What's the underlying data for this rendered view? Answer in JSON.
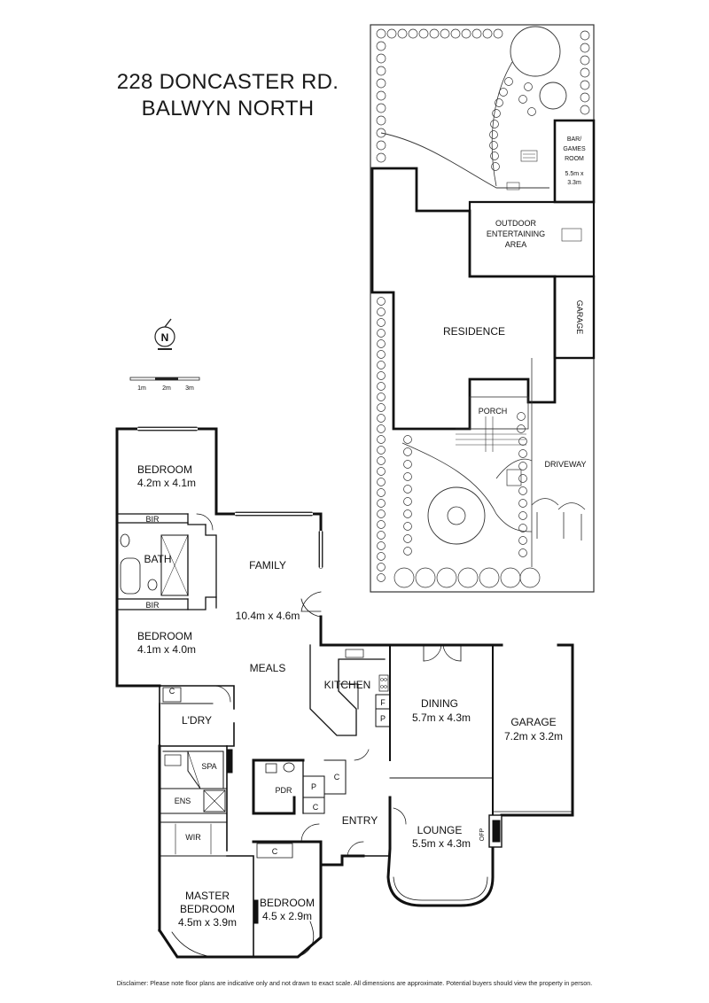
{
  "title": {
    "line1": "228 DONCASTER RD.",
    "line2": "BALWYN NORTH"
  },
  "compass": {
    "letter": "N"
  },
  "scale": {
    "ticks": [
      "1m",
      "2m",
      "3m"
    ]
  },
  "site_plan": {
    "bar_games_room": [
      "BAR/",
      "GAMES",
      "ROOM",
      "5.5m x",
      "3.3m"
    ],
    "outdoor_entertaining": [
      "OUTDOOR",
      "ENTERTAINING",
      "AREA"
    ],
    "residence": "RESIDENCE",
    "garage": "GARAGE",
    "porch": "PORCH",
    "driveway": "DRIVEWAY"
  },
  "rooms": {
    "bedroom1": {
      "name": "BEDROOM",
      "size": "4.2m x 4.1m"
    },
    "bir_top": "BIR",
    "bath": "BATH",
    "bir_bottom": "BIR",
    "bedroom2": {
      "name": "BEDROOM",
      "size": "4.1m x 4.0m"
    },
    "family": {
      "name": "FAMILY",
      "size": "10.4m x 4.6m"
    },
    "meals": "MEALS",
    "kitchen": "KITCHEN",
    "pantry_f": "F",
    "pantry_p": "P",
    "dining": {
      "name": "DINING",
      "size": "5.7m x 4.3m"
    },
    "garage": {
      "name": "GARAGE",
      "size": "7.2m x 3.2m"
    },
    "laundry_c": "C",
    "laundry": "L'DRY",
    "spa": "SPA",
    "ens": "ENS",
    "wir": "WIR",
    "pdr": "PDR",
    "pdr_p": "P",
    "pdr_c1": "C",
    "pdr_c2": "C",
    "entry": "ENTRY",
    "lounge": {
      "name": "LOUNGE",
      "size": "5.5m x 4.3m"
    },
    "ofp": "OFP",
    "bedroom3_c": "C",
    "master": {
      "name1": "MASTER",
      "name2": "BEDROOM",
      "size": "4.5m x 3.9m"
    },
    "bedroom3": {
      "name": "BEDROOM",
      "size": "4.5 x 2.9m"
    }
  },
  "disclaimer": "Disclaimer: Please note floor plans are indicative only and not drawn to exact scale. All dimensions are approximate. Potential buyers should view the property in person."
}
